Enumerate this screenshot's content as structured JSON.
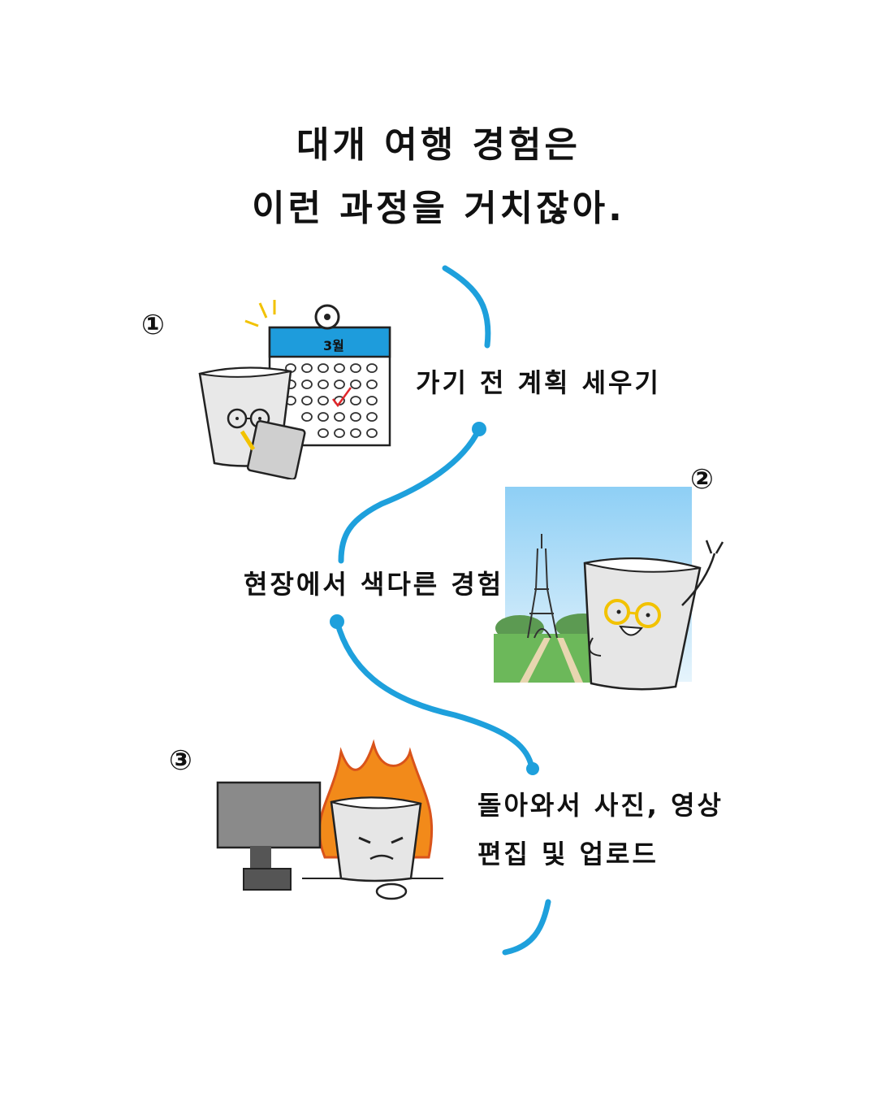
{
  "title": {
    "line1": "대개 여행 경험은",
    "line2": "이런 과정을 거치잖아."
  },
  "steps": [
    {
      "number": "①",
      "label": "가기 전 계획 세우기",
      "calendar_month": "3월"
    },
    {
      "number": "②",
      "label": "현장에서 색다른 경험"
    },
    {
      "number": "③",
      "label_line1": "돌아와서 사진, 영상",
      "label_line2": "편집 및 업로드"
    }
  ],
  "colors": {
    "path": "#1ea0dc",
    "calendar_header": "#1e9cdc",
    "sky_top": "#8ecff5",
    "grass": "#6cb85a",
    "flame": "#f28a1a",
    "monitor": "#8a8a8a",
    "glasses_yellow": "#f2c200"
  },
  "icons": [
    "calendar-icon",
    "cup-character-planning",
    "eiffel-tower-icon",
    "cup-character-travel",
    "cup-character-editing",
    "computer-monitor-icon",
    "mouse-icon",
    "flame-icon"
  ]
}
